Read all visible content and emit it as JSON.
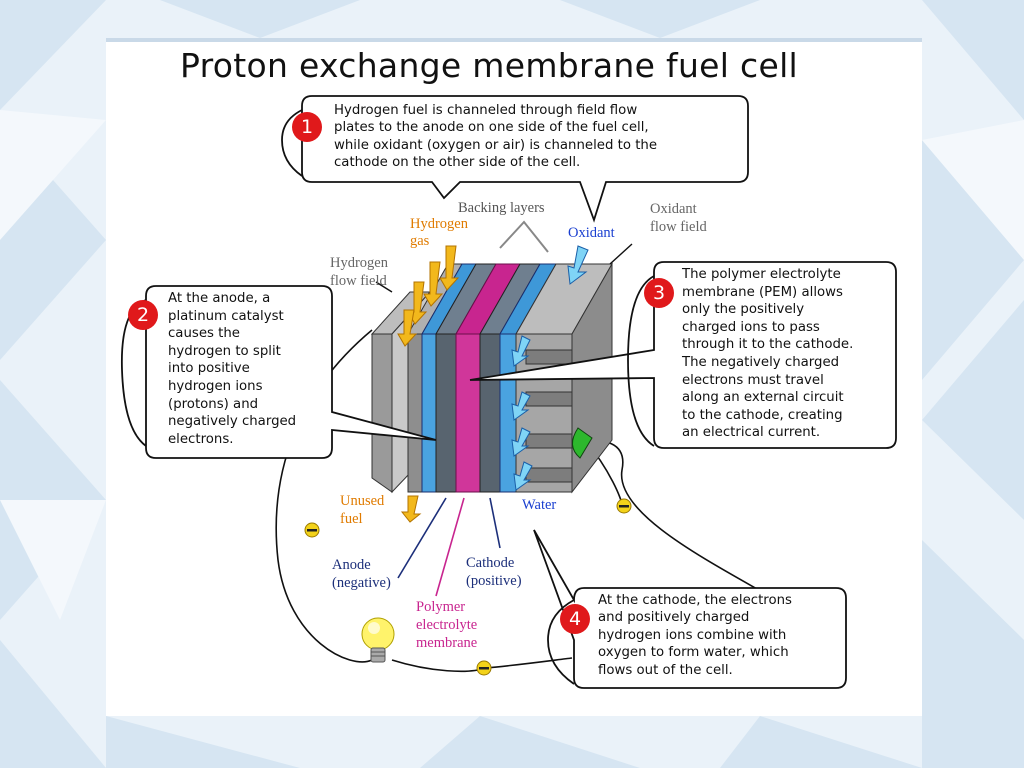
{
  "title": "Proton exchange membrane fuel cell",
  "callouts": [
    {
      "number": "1",
      "text": "Hydrogen fuel is channeled through field flow\nplates to the anode on one side of the fuel cell,\nwhile oxidant (oxygen or air) is channeled to the\ncathode on the other side of the cell."
    },
    {
      "number": "2",
      "text": "At the anode, a\nplatinum catalyst\ncauses the\nhydrogen to split\ninto positive\nhydrogen ions\n(protons) and\nnegatively charged\nelectrons."
    },
    {
      "number": "3",
      "text": "The polymer electrolyte\nmembrane (PEM) allows\nonly the positively\ncharged ions to pass\nthrough it to the cathode.\nThe negatively charged\nelectrons must travel\nalong an external circuit\nto the cathode, creating\nan electrical current."
    },
    {
      "number": "4",
      "text": "At the cathode, the electrons\nand positively charged\nhydrogen ions combine with\noxygen to form water, which\nflows out of the cell."
    }
  ],
  "labels": {
    "hydrogen_gas": "Hydrogen\ngas",
    "backing_layers": "Backing layers",
    "oxidant": "Oxidant",
    "oxidant_flow_field": "Oxidant\nflow field",
    "hydrogen_flow_field": "Hydrogen\nflow field",
    "unused_fuel": "Unused\nfuel",
    "water": "Water",
    "anode": "Anode\n(negative)",
    "cathode": "Cathode\n(positive)",
    "polymer_membrane": "Polymer\nelectrolyte\nmembrane"
  },
  "colors": {
    "hydrogen": "#e07b00",
    "oxidant": "#1a3fd0",
    "membrane": "#c8258f",
    "electrode_dark": "#1c2f7a",
    "gray_text": "#666666",
    "badge": "#e0191b"
  },
  "icons": [
    "light-bulb-icon",
    "electron-minus-icon",
    "arrow-icon"
  ]
}
